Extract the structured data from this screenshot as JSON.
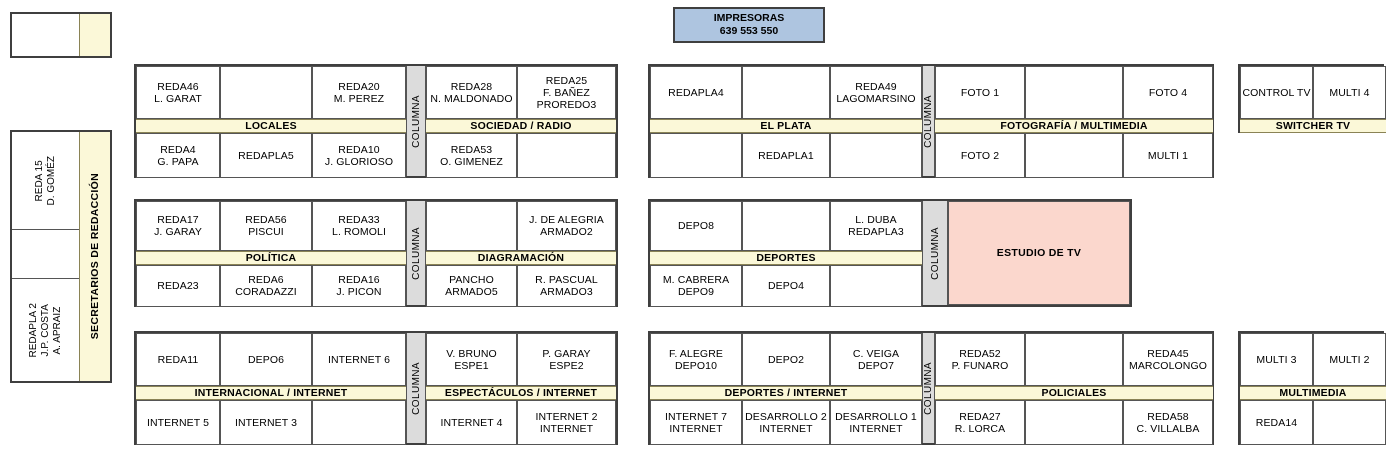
{
  "impresoras": {
    "title": "IMPRESORAS",
    "numbers": "639  553  550",
    "color": "#aec5e0"
  },
  "secretarios": {
    "band_label": "SECRETARIOS DE REDACCIÓN",
    "cells": [
      "REDA 15\nD. GOMÉZ",
      "",
      "REDAPLA 2\nJ.P. COSTA\nA. APRAIZ"
    ]
  },
  "columna_label": "COLUMNA",
  "estudio_tv": {
    "label": "ESTUDIO DE TV",
    "color": "#fbd7cd"
  },
  "colors": {
    "band": "#fbf8d8",
    "columna": "#dcdcdc",
    "outline": "#3f3f3f",
    "cell_line": "#555555"
  },
  "groups": [
    {
      "id": "locales-sociedad",
      "sections": [
        {
          "label": "LOCALES",
          "top": [
            "REDA46\nL. GARAT",
            "",
            "REDA20\nM. PEREZ"
          ],
          "bottom": [
            "REDA4\nG. PAPA",
            "REDAPLA5",
            "REDA10\nJ. GLORIOSO"
          ]
        },
        {
          "label": "SOCIEDAD / RADIO",
          "top": [
            "REDA28\nN. MALDONADO",
            "REDA25\nF. BAÑEZ\nPROREDO3"
          ],
          "bottom": [
            "REDA53\nO. GIMENEZ",
            ""
          ]
        }
      ]
    },
    {
      "id": "elplata-fotografia",
      "sections": [
        {
          "label": "EL PLATA",
          "top": [
            "REDAPLA4",
            "",
            "REDA49\nLAGOMARSINO"
          ],
          "bottom": [
            "",
            "REDAPLA1",
            ""
          ]
        },
        {
          "label": "FOTOGRAFÍA / MULTIMEDIA",
          "top": [
            "FOTO 1",
            "",
            "FOTO 4"
          ],
          "bottom": [
            "FOTO 2",
            "",
            "MULTI 1"
          ]
        }
      ]
    },
    {
      "id": "switcher-tv",
      "sections": [
        {
          "label": "SWITCHER TV",
          "top": [
            "CONTROL TV",
            "MULTI 4"
          ],
          "bottom": []
        }
      ]
    },
    {
      "id": "politica-diagramacion",
      "sections": [
        {
          "label": "POLÍTICA",
          "top": [
            "REDA17\nJ. GARAY",
            "REDA56\nPISCUI",
            "REDA33\nL. ROMOLI"
          ],
          "bottom": [
            "REDA23",
            "REDA6\nCORADAZZI",
            "REDA16\nJ. PICON"
          ]
        },
        {
          "label": "DIAGRAMACIÓN",
          "top": [
            "",
            "J. DE ALEGRIA\nARMADO2"
          ],
          "bottom": [
            "PANCHO\nARMADO5",
            "R. PASCUAL\nARMADO3"
          ]
        }
      ]
    },
    {
      "id": "deportes-estudio",
      "sections": [
        {
          "label": "DEPORTES",
          "top": [
            "DEPO8",
            "",
            "L. DUBA\nREDAPLA3"
          ],
          "bottom": [
            "M. CABRERA\nDEPO9",
            "DEPO4",
            ""
          ]
        }
      ]
    },
    {
      "id": "internacional-espectaculos",
      "sections": [
        {
          "label": "INTERNACIONAL / INTERNET",
          "top": [
            "REDA11",
            "DEPO6",
            "INTERNET 6"
          ],
          "bottom": [
            "INTERNET 5",
            "INTERNET 3",
            ""
          ]
        },
        {
          "label": "ESPECTÁCULOS / INTERNET",
          "top": [
            "V. BRUNO\nESPE1",
            "P. GARAY\nESPE2"
          ],
          "bottom": [
            "INTERNET 4",
            "INTERNET 2\nINTERNET"
          ]
        }
      ]
    },
    {
      "id": "deportes-policiales",
      "sections": [
        {
          "label": "DEPORTES / INTERNET",
          "top": [
            "F. ALEGRE\nDEPO10",
            "DEPO2",
            "C. VEIGA\nDEPO7"
          ],
          "bottom": [
            "INTERNET 7\nINTERNET",
            "DESARROLLO 2\nINTERNET",
            "DESARROLLO 1\nINTERNET"
          ]
        },
        {
          "label": "POLICIALES",
          "top": [
            "REDA52\nP. FUNARO",
            "",
            "REDA45\nMARCOLONGO"
          ],
          "bottom": [
            "REDA27\nR. LORCA",
            "",
            "REDA58\nC. VILLALBA"
          ]
        }
      ]
    },
    {
      "id": "multimedia",
      "sections": [
        {
          "label": "MULTIMEDIA",
          "top": [
            "MULTI 3",
            "MULTI 2"
          ],
          "bottom": [
            "REDA14",
            ""
          ]
        }
      ]
    }
  ]
}
